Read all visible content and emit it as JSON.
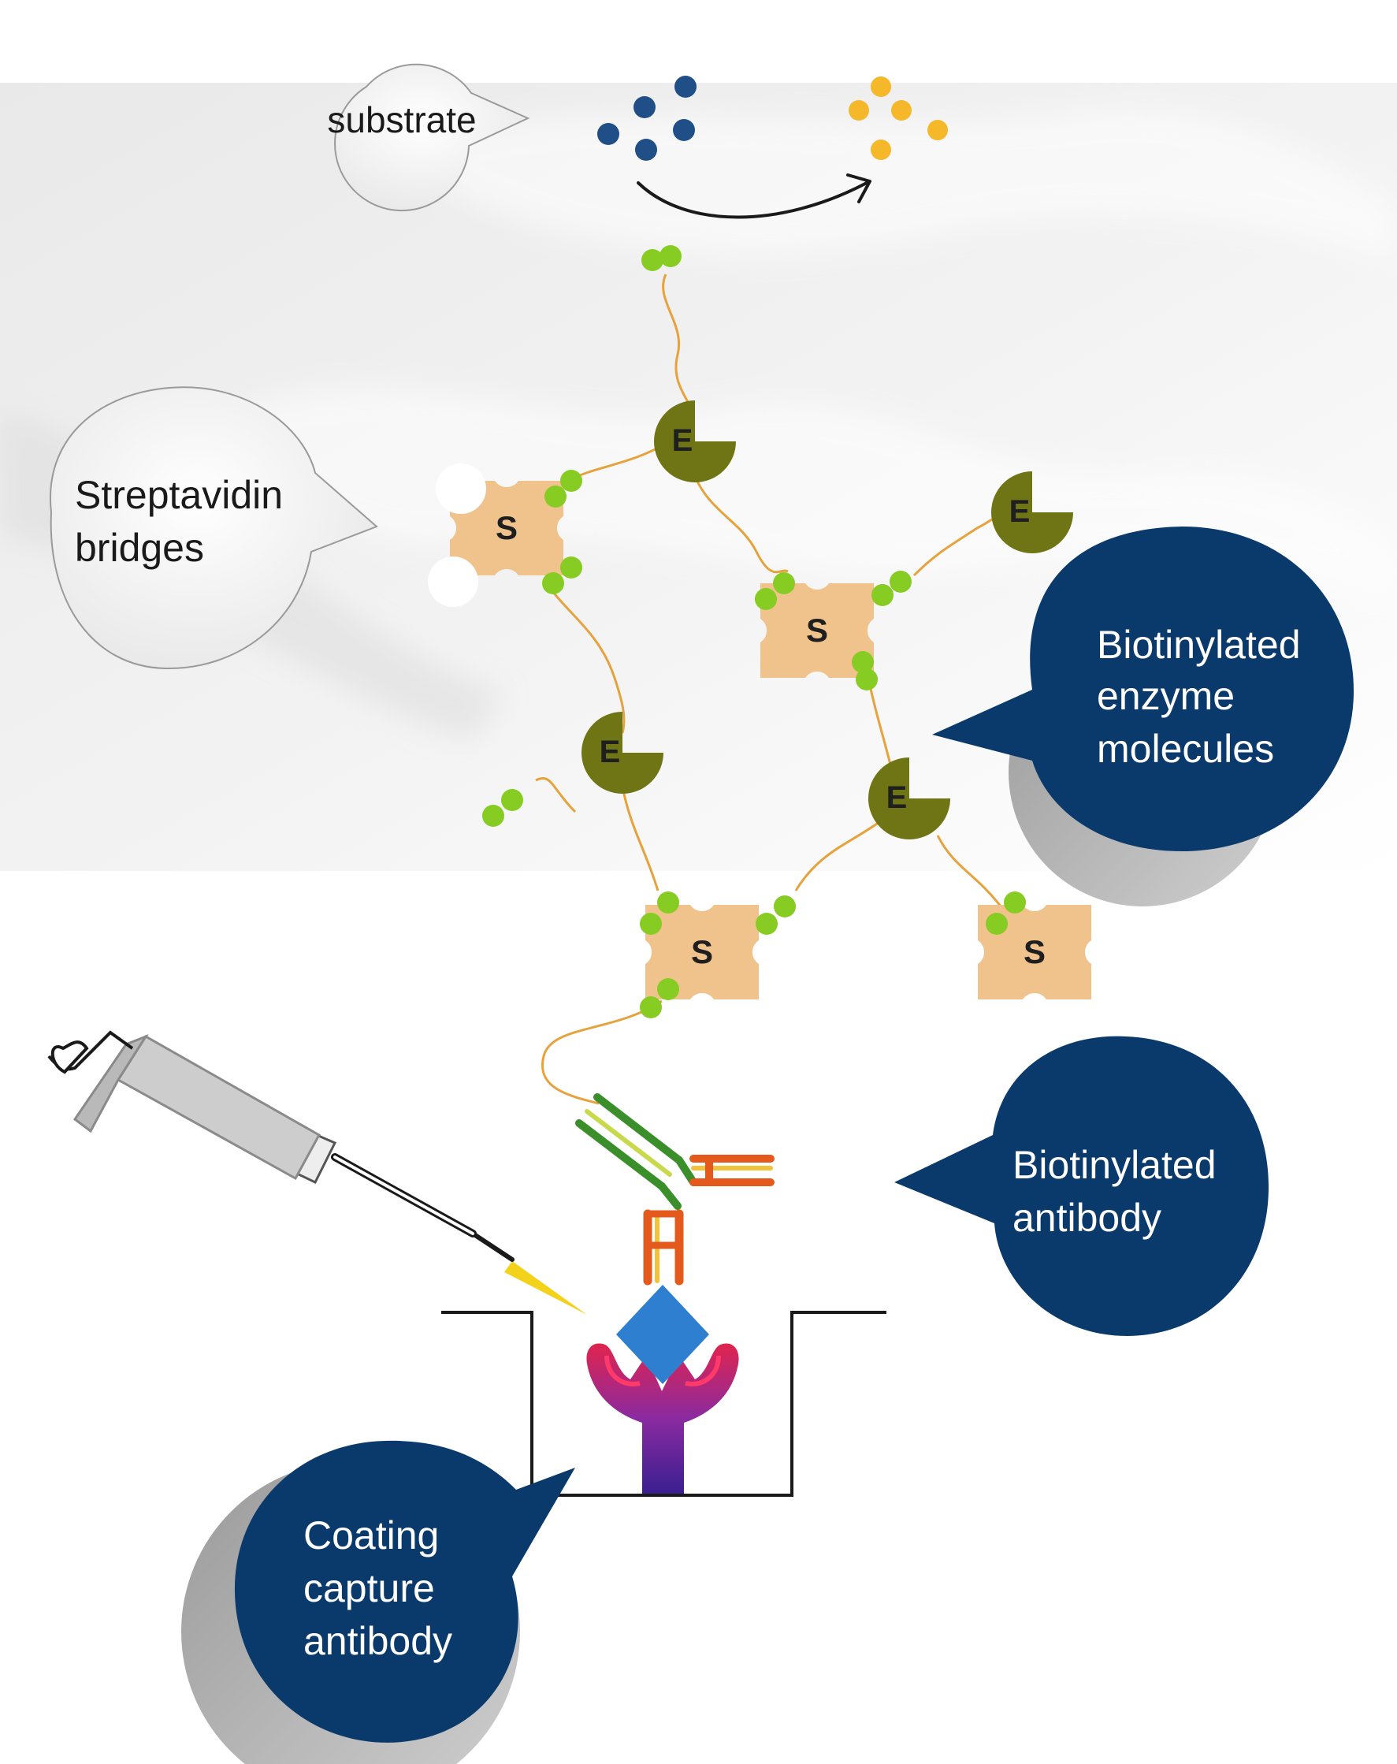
{
  "labels": {
    "substrate": "substrate",
    "streptavidin_line1": "Streptavidin",
    "streptavidin_line2": "bridges",
    "enzyme_line1": "Biotinylated",
    "enzyme_line2": "enzyme",
    "enzyme_line3": "molecules",
    "antibody_line1": "Biotinylated",
    "antibody_line2": "antibody",
    "capture_line1": "Coating",
    "capture_line2": "capture",
    "capture_line3": "antibody"
  },
  "node_letters": {
    "enzyme": "E",
    "streptavidin": "S"
  },
  "colors": {
    "callout_dark": "#0a3a6b",
    "callout_light": "#f4f4f4",
    "streptavidin": "#f0c28c",
    "enzyme": "#6f7514",
    "biotin": "#86cc22",
    "linker": "#e6a23c",
    "substrate_before": "#1f4f86",
    "substrate_after": "#f5b82a",
    "target_antigen": "#2f7fd0"
  }
}
